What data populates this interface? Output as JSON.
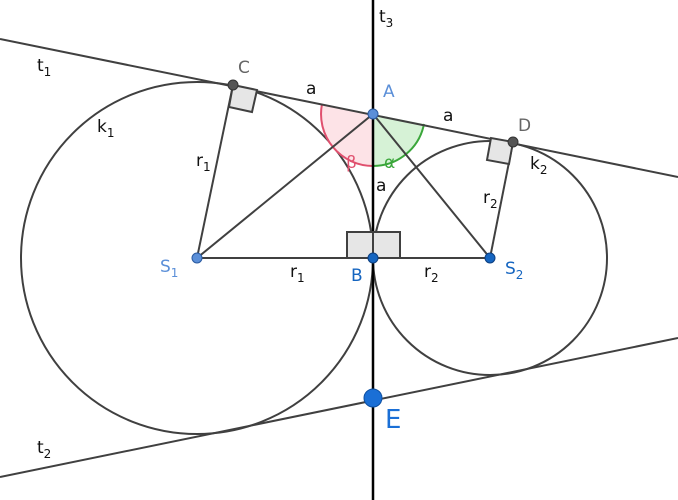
{
  "colors": {
    "stroke": "#404040",
    "line_black": "#000000",
    "point_blue_light": "#5b8fd8",
    "point_blue_dark": "#1565c0",
    "point_E": "#1a6fd6",
    "angle_beta_fill": "#fde3e7",
    "angle_beta_stroke": "#e0506e",
    "angle_alpha_fill": "#d6f2d6",
    "angle_alpha_stroke": "#3aa63a",
    "right_angle_fill": "#e6e6e6"
  },
  "labels": {
    "t1": {
      "base": "t",
      "sub": "1"
    },
    "t2": {
      "base": "t",
      "sub": "2"
    },
    "t3": {
      "base": "t",
      "sub": "3"
    },
    "k1": {
      "base": "k",
      "sub": "1"
    },
    "k2": {
      "base": "k",
      "sub": "2"
    },
    "r1_left": {
      "base": "r",
      "sub": "1"
    },
    "r1_bottom": {
      "base": "r",
      "sub": "1"
    },
    "r2_right": {
      "base": "r",
      "sub": "2"
    },
    "r2_bottom": {
      "base": "r",
      "sub": "2"
    },
    "S1": {
      "base": "S",
      "sub": "1"
    },
    "S2": {
      "base": "S",
      "sub": "2"
    },
    "A": "A",
    "B": "B",
    "C": "C",
    "D": "D",
    "E": "E",
    "a_left": "a",
    "a_right": "a",
    "a_vertical": "a",
    "alpha": "α",
    "beta": "β"
  }
}
